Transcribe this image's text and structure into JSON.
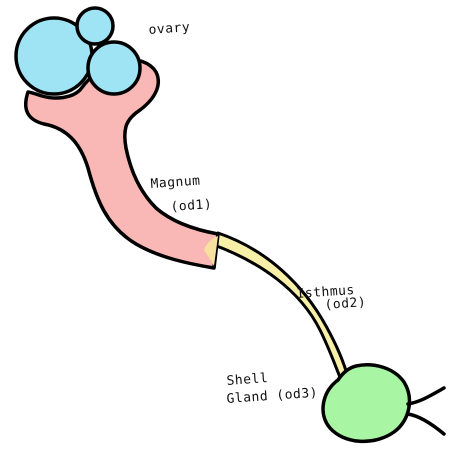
{
  "labels": {
    "ovary": "ovary",
    "magnum": "Magnum",
    "magnum_code": "(od1)",
    "isthmus": "Isthmus",
    "isthmus_code": "(od2)",
    "shell_gland_line1": "Shell",
    "shell_gland_line2": "Gland (od3)"
  },
  "colors": {
    "ovary": "#9fe4f5",
    "magnum": "#f9b8b5",
    "isthmus": "#f8f0a8",
    "shell_gland": "#a8f5a4",
    "outline": "#000000"
  }
}
